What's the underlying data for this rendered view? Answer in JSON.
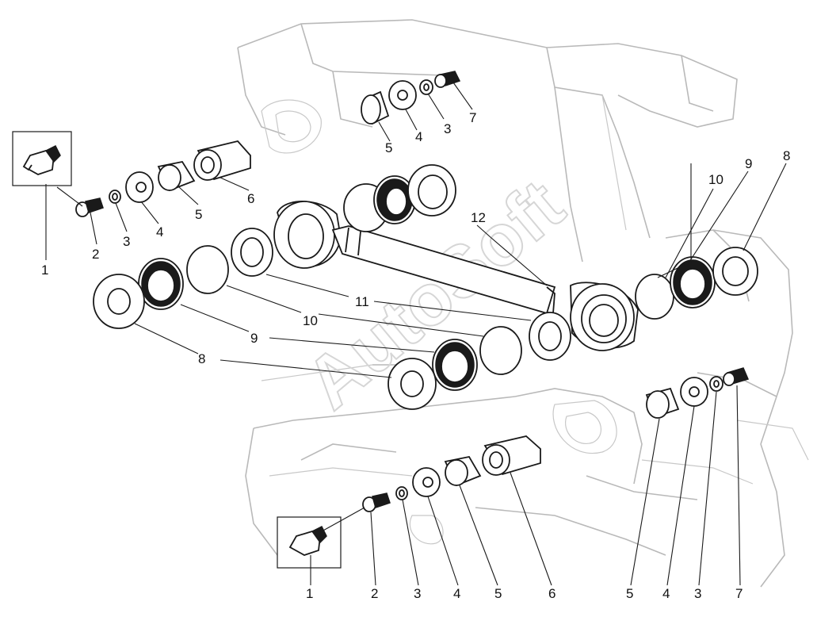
{
  "watermark": "AutoSoft",
  "callouts": {
    "top_screw": "7",
    "top_lock": "3",
    "top_washer": "4",
    "top_bush": "5",
    "left_fitting": "1",
    "left_screw": "2",
    "left_lock": "3",
    "left_washer": "4",
    "left_bush": "5",
    "left_pin": "6",
    "ring_left": "10",
    "seal_left": "9",
    "cover_left": "8",
    "ring_mid": "10",
    "seal_mid": "9",
    "cover_mid": "8",
    "bearing": "11",
    "rod": "12",
    "ring_right": "10",
    "seal_right": "9",
    "cover_right": "8",
    "bottom_fitting": "1",
    "bottom_screw": "2",
    "bottom_lock": "3",
    "bottom_washer": "4",
    "bottom_bush": "5",
    "bottom_pin": "6",
    "br_bush": "5",
    "br_washer": "4",
    "br_lock": "3",
    "br_screw": "7"
  }
}
